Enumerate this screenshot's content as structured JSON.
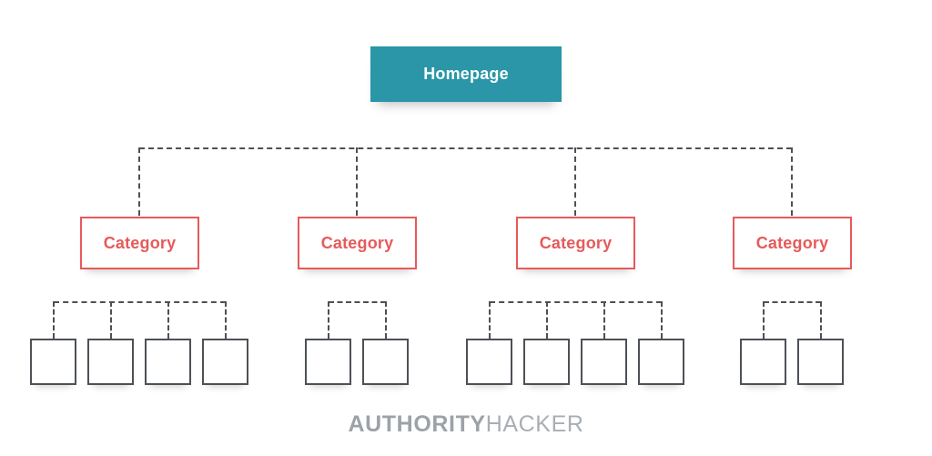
{
  "diagram": {
    "root": {
      "label": "Homepage"
    },
    "groups": [
      {
        "label": "Category",
        "children": 4
      },
      {
        "label": "Category",
        "children": 2
      },
      {
        "label": "Category",
        "children": 4
      },
      {
        "label": "Category",
        "children": 2
      }
    ],
    "child_square_label": ""
  },
  "footer": {
    "brand_bold": "AUTHORITY",
    "brand_light": "HACKER"
  },
  "colors": {
    "root_fill": "#2a96a8",
    "root_text": "#ffffff",
    "category_accent": "#e65a5a",
    "connector_line": "#4d5156",
    "square_border": "#4d5156",
    "logo_bold_gray": "#9ca2a8",
    "logo_light_gray": "#a9aeb4"
  }
}
